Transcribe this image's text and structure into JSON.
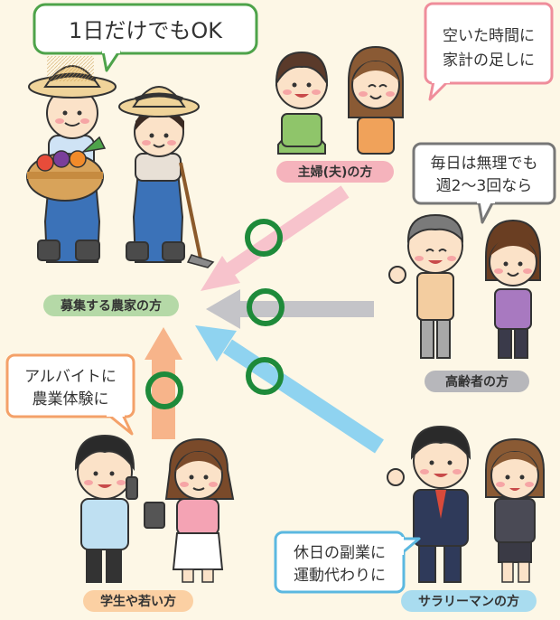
{
  "farmer": {
    "bubble": "1日だけでもOK",
    "label": "募集する農家の方"
  },
  "housewife": {
    "bubble_lines": [
      "空いた時間に",
      "家計の足しに"
    ],
    "label": "主婦(夫)の方"
  },
  "senior": {
    "bubble_lines": [
      "毎日は無理でも",
      "週2〜3回なら"
    ],
    "label": "高齢者の方"
  },
  "student": {
    "bubble_lines": [
      "アルバイトに",
      "農業体験に"
    ],
    "label": "学生や若い方"
  },
  "salaryman": {
    "bubble_lines": [
      "休日の副業に",
      "運動代わりに"
    ],
    "label": "サラリーマンの方"
  },
  "colors": {
    "background": "#fdf7e6",
    "circle": "#1e8a3a",
    "arrow_pink": "#f7c3cc",
    "arrow_gray": "#c4c4c8",
    "arrow_blue": "#8fd3f0",
    "arrow_orange": "#f7b48a",
    "label_green": "#b5d9a7",
    "label_pink": "#f5b3bc",
    "label_gray": "#b7b7bb",
    "label_orange": "#fbd0a3",
    "label_blue": "#a9dcef"
  }
}
